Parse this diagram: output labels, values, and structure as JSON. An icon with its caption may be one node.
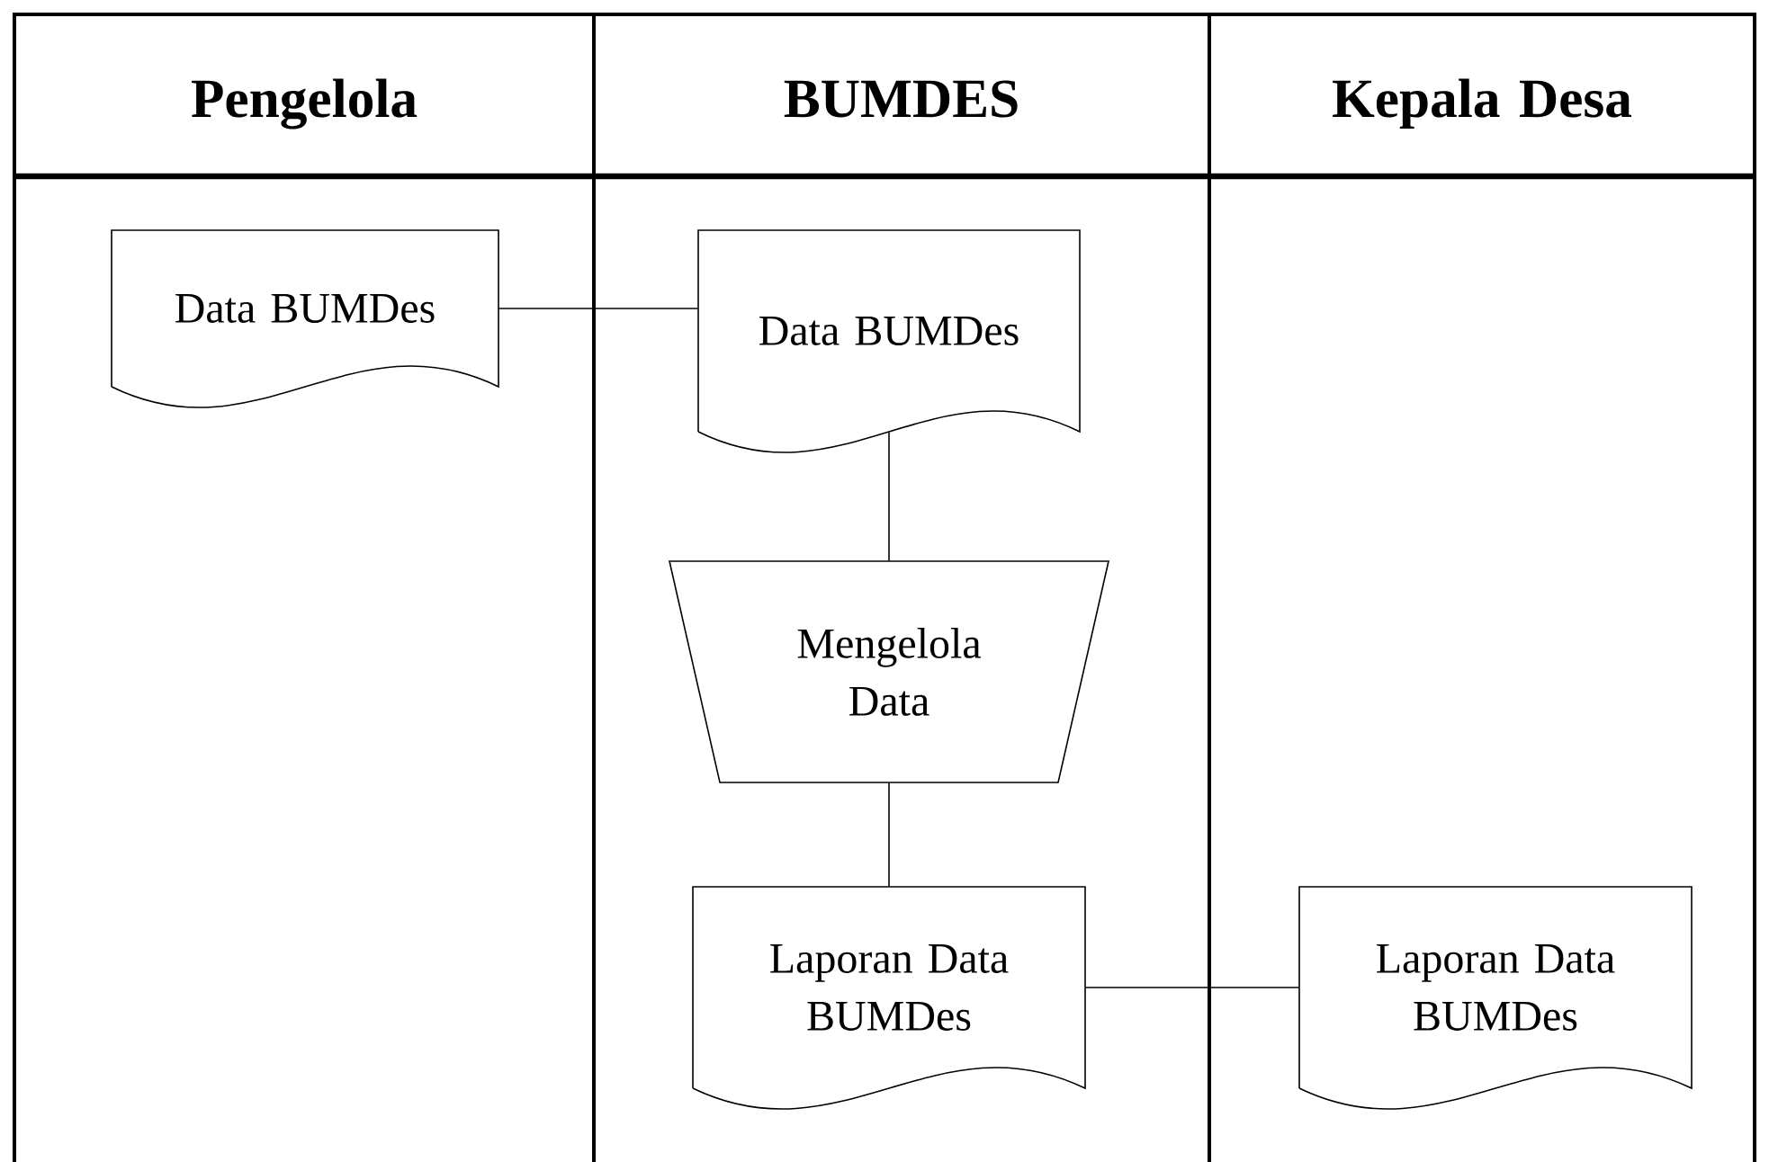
{
  "diagram": {
    "nodes": [
      {
        "text": [
          "Pengelola"
        ]
      },
      {
        "text": [
          "Data BUMDes"
        ],
        "in": 0
      },
      {
        "text": [
          "BUMDES"
        ]
      },
      {
        "text": [
          "Data BUMDes"
        ],
        "in": 2
      },
      {
        "text": [
          "Mengelola Data"
        ],
        "in": 2
      },
      {
        "text": [
          "Laporan Data BUMDes"
        ],
        "in": 2
      },
      {
        "text": [
          "Kepala Desa"
        ]
      },
      {
        "text": [
          "Laporan Data BUMDes"
        ],
        "in": 6
      }
    ],
    "edges": [
      {
        "from": 1,
        "to": 3,
        "arrow": "none"
      },
      {
        "from": 3,
        "to": 4,
        "arrow": "none"
      },
      {
        "from": 4,
        "to": 5,
        "arrow": "none"
      },
      {
        "from": 5,
        "to": 7,
        "arrow": "none"
      }
    ]
  }
}
